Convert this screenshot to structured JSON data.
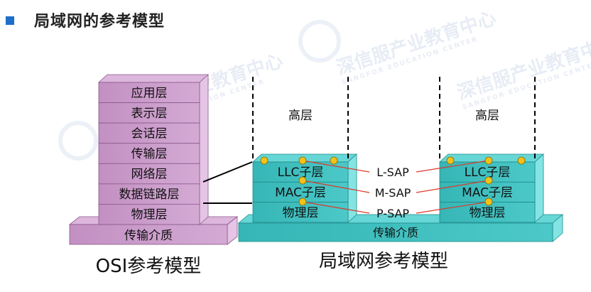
{
  "slide": {
    "title": "局域网的参考模型"
  },
  "watermark": {
    "text": "深信服产业教育中心",
    "subtext": "SANGFOR EDUCATION CENTER"
  },
  "osi": {
    "caption": "OSI参考模型",
    "layers": [
      "应用层",
      "表示层",
      "会话层",
      "传输层",
      "网络层",
      "数据链路层",
      "物理层"
    ],
    "base": "传输介质"
  },
  "lan": {
    "caption": "局域网参考模型",
    "upper_label": "高层",
    "left_stack": [
      "LLC子层",
      "MAC子层",
      "物理层"
    ],
    "right_stack": [
      "LLC子层",
      "MAC子层",
      "物理层"
    ],
    "base": "传输介质",
    "saps": [
      "L-SAP",
      "M-SAP",
      "P-SAP"
    ]
  },
  "colors": {
    "osi_fill": "#c99bc9",
    "osi_side": "#e2bde2",
    "osi_top": "#dcb6dc",
    "lan_fill": "#3fbfbf",
    "lan_side": "#78e0e0",
    "lan_top": "#66d6d6",
    "sap_dot": "#f2c21a",
    "sap_line": "#d83a2a",
    "title_accent": "#1e6fc8"
  }
}
